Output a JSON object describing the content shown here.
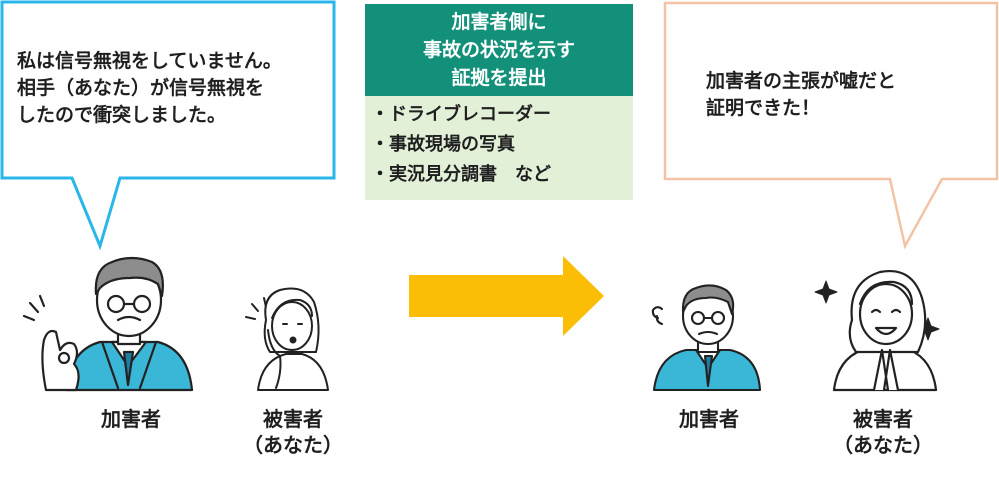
{
  "colors": {
    "left_bubble_border": "#29b6e8",
    "right_bubble_border": "#f2c3a5",
    "evidence_header": "#12907a",
    "evidence_body": "#e3f0d8",
    "arrow": "#fbbd05",
    "suit": "#3ab6d6",
    "outline": "#222222"
  },
  "left_bubble": {
    "text": "私は信号無視をしていません。\n相手（あなた）が信号無視を\nしたので衝突しました。"
  },
  "evidence": {
    "header": "加害者側に\n事故の状況を示す\n証拠を提出",
    "items": [
      "・ドライブレコーダー",
      "・事故現場の写真",
      "・実況見分調書　など"
    ]
  },
  "right_bubble": {
    "text": "加害者の主張が嘘だと\n証明できた！"
  },
  "labels": {
    "left_perpetrator": "加害者",
    "left_victim": "被害者\n（あなた）",
    "right_perpetrator": "加害者",
    "right_victim": "被害者\n（あなた）"
  },
  "icons": {
    "left_perpetrator": "man-ok-gesture-icon",
    "left_victim": "woman-worried-icon",
    "arrow": "right-arrow-icon",
    "right_perpetrator": "man-sweating-icon",
    "right_victim": "woman-happy-icon"
  }
}
